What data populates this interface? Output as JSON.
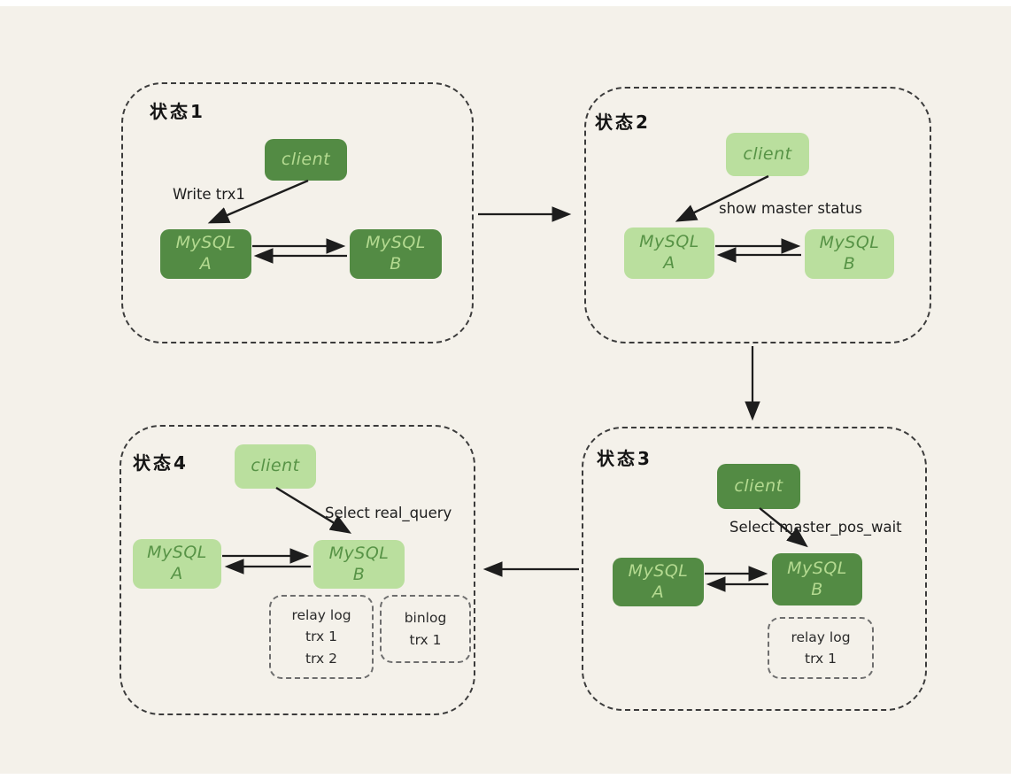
{
  "diagram": {
    "background": "#f4f1ea",
    "colors": {
      "dark_green": "#538b44",
      "dark_green_text": "#b4da90",
      "light_green": "#badf9e",
      "light_green_text": "#579346",
      "line": "#1d1d1d"
    }
  },
  "panels": [
    {
      "title": "状态1",
      "theme": "dark",
      "client_label": "client",
      "annotation": "Write trx1",
      "node_a": {
        "line1": "MySQL",
        "line2": "A"
      },
      "node_b": {
        "line1": "MySQL",
        "line2": "B"
      },
      "logs": []
    },
    {
      "title": "状态2",
      "theme": "light",
      "client_label": "client",
      "annotation": "show master status",
      "node_a": {
        "line1": "MySQL",
        "line2": "A"
      },
      "node_b": {
        "line1": "MySQL",
        "line2": "B"
      },
      "logs": []
    },
    {
      "title": "状态3",
      "theme": "dark",
      "client_label": "client",
      "annotation": "Select master_pos_wait",
      "node_a": {
        "line1": "MySQL",
        "line2": "A"
      },
      "node_b": {
        "line1": "MySQL",
        "line2": "B"
      },
      "logs": [
        {
          "lines": [
            "relay log",
            "trx 1"
          ]
        }
      ]
    },
    {
      "title": "状态4",
      "theme": "light",
      "client_label": "client",
      "annotation": "Select real_query",
      "node_a": {
        "line1": "MySQL",
        "line2": "A"
      },
      "node_b": {
        "line1": "MySQL",
        "line2": "B"
      },
      "logs": [
        {
          "lines": [
            "relay log",
            "trx 1",
            "trx 2"
          ]
        },
        {
          "lines": [
            "binlog",
            "trx 1"
          ]
        }
      ]
    }
  ]
}
